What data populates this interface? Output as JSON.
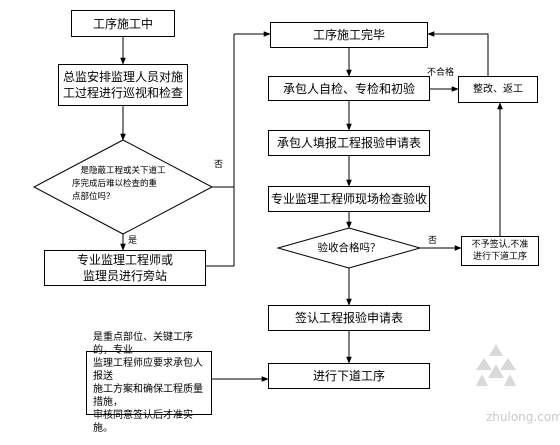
{
  "left_column": {
    "start": "工序施工中",
    "patrol": [
      "总监安排监理人员对施",
      "工过程进行巡视和检查"
    ],
    "decision": [
      "是隐蔽工程或关下道工",
      "序完成后难以检查的重",
      "点部位吗？"
    ],
    "yes_label": "是",
    "no_label": "否",
    "side_station": [
      "专业监理工程师或",
      "监理员进行旁站"
    ]
  },
  "right_column": {
    "complete": "工序施工完毕",
    "self_check": "承包人自检、专检和初验",
    "apply": "承包人填报工程报验申请表",
    "inspect": "专业监理工程师现场检查验收",
    "qualified_question": "验收合格吗？",
    "no_label": "否",
    "sign": "签认工程报验申请表",
    "next": "进行下道工序"
  },
  "side": {
    "rectify": "整改、返工",
    "fail_label": "不合格",
    "not_sign": [
      "不予签认,不准",
      "进行下道工序"
    ]
  },
  "note": [
    "是重点部位、关键工序的，专业",
    "监理工程师应要求承包人报送",
    "施工方案和确保工程质量措施，",
    "审核同意签认后才准实施。"
  ],
  "watermark": "zhulong.com"
}
